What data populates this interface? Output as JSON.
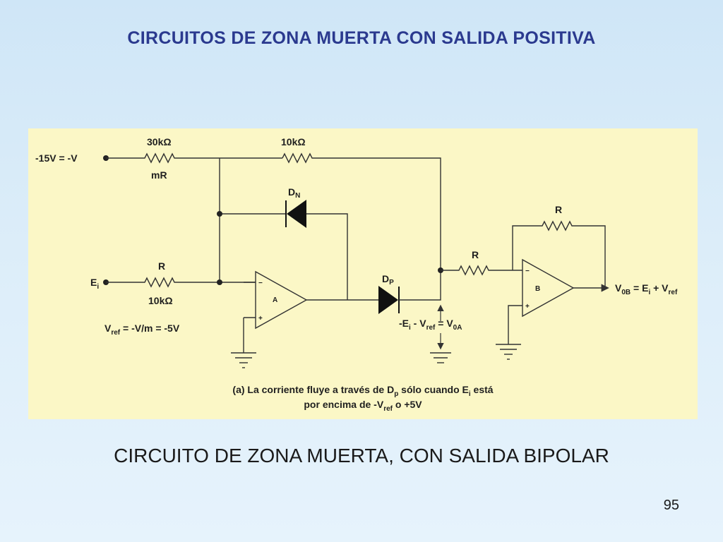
{
  "slide": {
    "title": "CIRCUITOS DE ZONA MUERTA CON SALIDA POSITIVA",
    "subtitle": "CIRCUITO DE ZONA MUERTA, CON SALIDA BIPOLAR",
    "page_number": "95"
  },
  "diagram": {
    "input_neg_v": "-15V = -V",
    "r1_value": "30kΩ",
    "r1_label": "mR",
    "r2_value": "10kΩ",
    "diode_n": {
      "main": "D",
      "sub": "N"
    },
    "diode_p": {
      "main": "D",
      "sub": "P"
    },
    "input_ei": {
      "main": "E",
      "sub": "i"
    },
    "r3_label": "R",
    "r3_value": "10kΩ",
    "vref": {
      "main": "V",
      "sub": "ref",
      "rest": " = -V/m = -5V"
    },
    "opamp_a": "A",
    "opamp_b": "B",
    "opamp_minus": "−",
    "opamp_plus": "+",
    "r4_label": "R",
    "r5_label": "R",
    "node_voltage": {
      "p1": "-E",
      "s1": "i",
      "p2": " - V",
      "s2": "ref",
      "p3": " = V",
      "s3": "0A"
    },
    "output": {
      "p1": "V",
      "s1": "0B",
      "p2": " = E",
      "s2": "i",
      "p3": " + V",
      "s3": "ref"
    },
    "caption": {
      "l1_p1": "(a) La corriente fluye a través de D",
      "l1_s1": "p",
      "l1_p2": " sólo cuando E",
      "l1_s2": "i",
      "l1_p3": " está",
      "l2_p1": "por encima de -V",
      "l2_s1": "ref",
      "l2_p2": " o +5V"
    }
  }
}
